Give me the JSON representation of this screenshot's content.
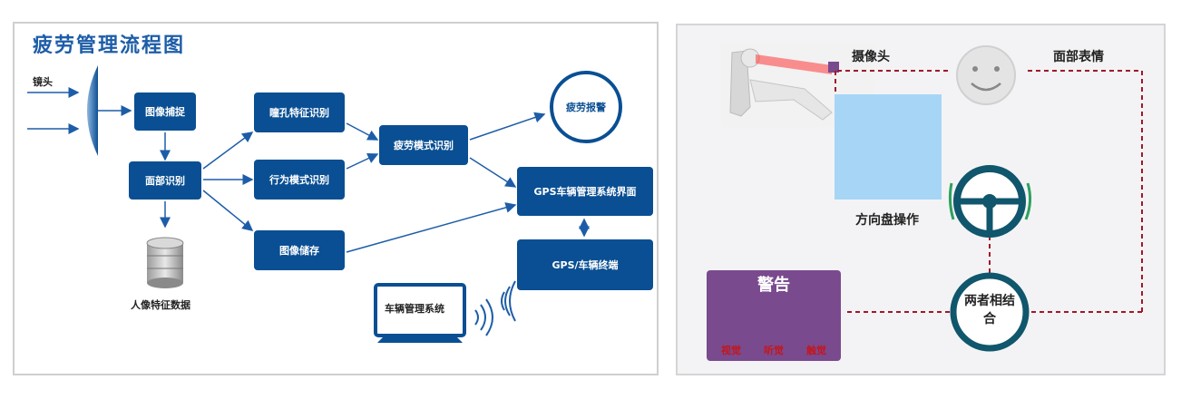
{
  "left": {
    "title": "疲劳管理流程图",
    "lens_label": "镜头",
    "capture": "图像捕捉",
    "face_recog": "面部识别",
    "db_label": "人像特征数据",
    "pupil": "瞳孔特征识别",
    "behavior": "行为模式识别",
    "storage": "图像储存",
    "fatigue_mode": "疲劳模式识别",
    "alarm": "疲劳报警",
    "gps_ui": "GPS车辆管理系统界面",
    "gps_terminal": "GPS/车辆终端",
    "vehicle_mgmt": "车辆管理系统"
  },
  "right": {
    "camera": "摄像头",
    "face_expr": "面部表情",
    "steering": "方向盘操作",
    "combine": "两者相结合",
    "warning": {
      "title": "警告",
      "items": [
        "视觉",
        "听觉",
        "触觉"
      ]
    }
  },
  "colors": {
    "box_blue": "#0a4f93",
    "title_blue": "#1d5da8",
    "warn_purple": "#7a4a8e",
    "dash_red": "#a0182a"
  }
}
